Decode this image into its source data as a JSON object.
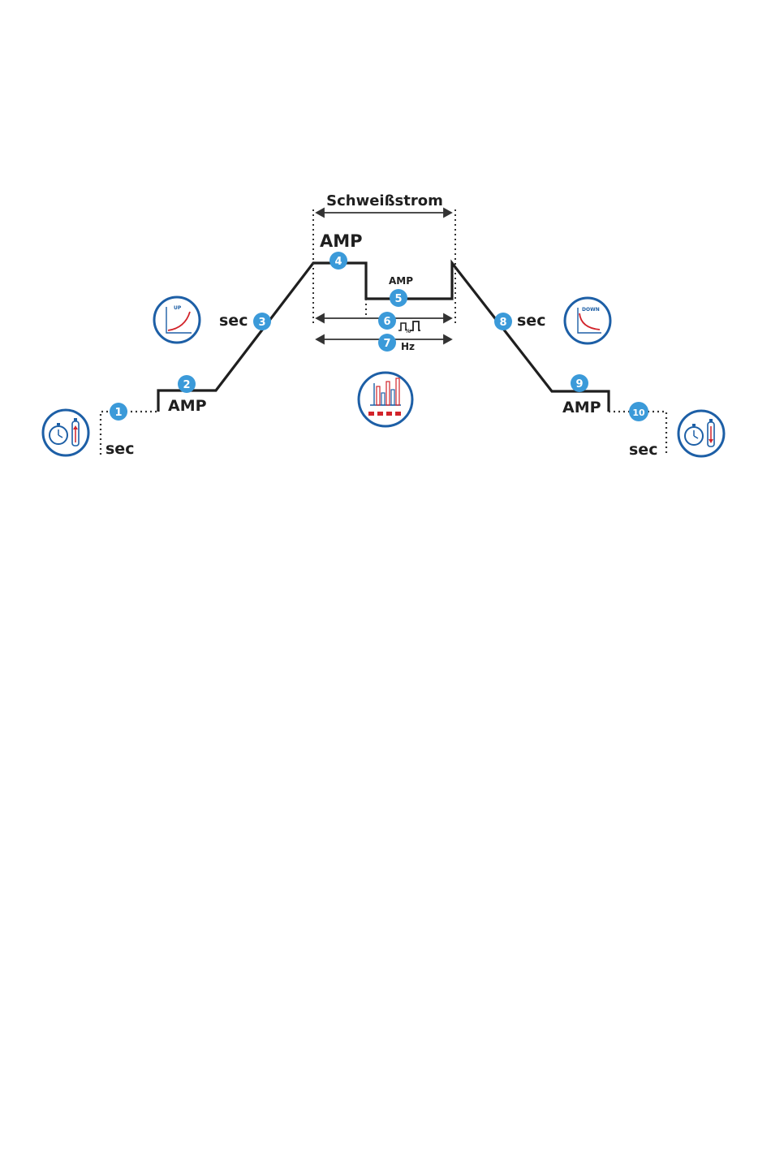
{
  "title": "Schweißstrom",
  "labels": {
    "amp": "AMP",
    "sec": "sec",
    "hz": "Hz",
    "pct": "%"
  },
  "icons": {
    "up": "UP",
    "down": "DOWN"
  },
  "badges": [
    "1",
    "2",
    "3",
    "4",
    "5",
    "6",
    "7",
    "8",
    "9",
    "10"
  ],
  "colors": {
    "badge": "#3b9ad9",
    "icon_ring": "#1d5fa6",
    "line": "#1f1f1f",
    "accent_red": "#d2232a"
  }
}
